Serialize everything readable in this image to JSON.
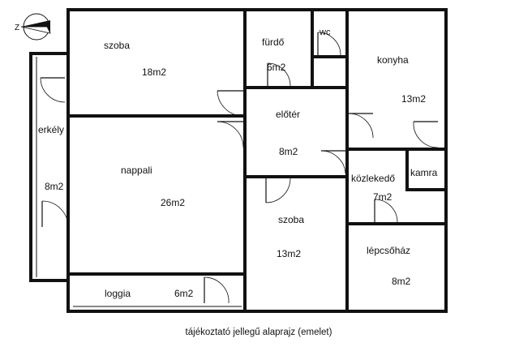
{
  "plan": {
    "compass_letter": "Z",
    "caption": "tájékoztató jellegű alaprajz (emelet)",
    "rooms": [
      {
        "key": "szoba_nw",
        "name": "szoba",
        "area": "18m2"
      },
      {
        "key": "furdo",
        "name": "fürdő",
        "area": "6m2"
      },
      {
        "key": "wc",
        "name": "wc",
        "area": ""
      },
      {
        "key": "konyha",
        "name": "konyha",
        "area": "13m2"
      },
      {
        "key": "eloter",
        "name": "előtér",
        "area": "8m2"
      },
      {
        "key": "erkely",
        "name": "erkély",
        "area": "8m2"
      },
      {
        "key": "nappali",
        "name": "nappali",
        "area": "26m2"
      },
      {
        "key": "kozlekedo",
        "name": "közlekedő",
        "area": "7m2"
      },
      {
        "key": "kamra",
        "name": "kamra",
        "area": ""
      },
      {
        "key": "szoba_s",
        "name": "szoba",
        "area": "13m2"
      },
      {
        "key": "lepcsohaz",
        "name": "lépcsőház",
        "area": "8m2"
      },
      {
        "key": "loggia",
        "name": "loggia",
        "area": "6m2"
      }
    ]
  }
}
